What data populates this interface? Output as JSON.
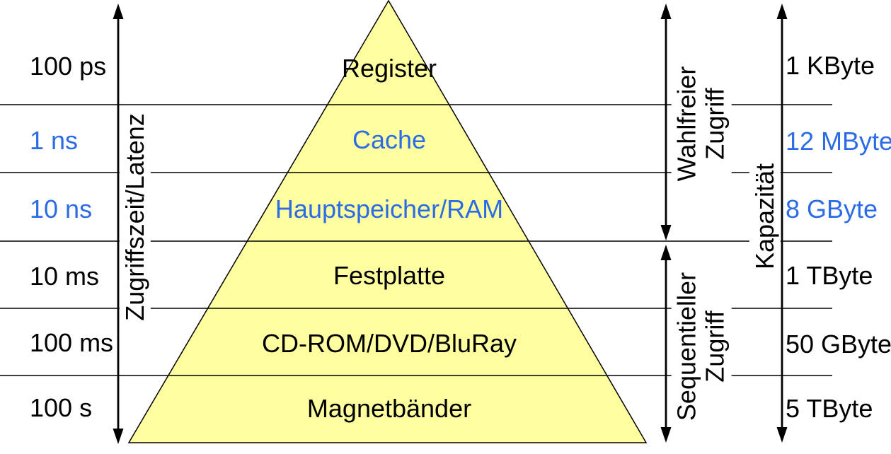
{
  "diagram": {
    "left_axis": {
      "label": "Zugriffszeit/Latenz"
    },
    "right_axis": {
      "label": "Kapazität"
    },
    "access_modes": {
      "random": {
        "line1": "Wahlfreier",
        "line2": "Zugriff"
      },
      "sequential": {
        "line1": "Sequentieller",
        "line2": "Zugriff"
      }
    },
    "levels": [
      {
        "name": "Register",
        "access_time": "100 ps",
        "capacity": "1 KByte",
        "highlighted": false
      },
      {
        "name": "Cache",
        "access_time": "1 ns",
        "capacity": "12 MByte",
        "highlighted": true
      },
      {
        "name": "Hauptspeicher/RAM",
        "access_time": "10 ns",
        "capacity": "8 GByte",
        "highlighted": true
      },
      {
        "name": "Festplatte",
        "access_time": "10 ms",
        "capacity": "1 TByte",
        "highlighted": false
      },
      {
        "name": "CD-ROM/DVD/BluRay",
        "access_time": "100 ms",
        "capacity": "50 GByte",
        "highlighted": false
      },
      {
        "name": "Magnetbänder",
        "access_time": "100 s",
        "capacity": "5 TByte",
        "highlighted": false
      }
    ],
    "colors": {
      "pyramid_fill": "#ffffa0",
      "outline": "#000000",
      "highlight_text": "#2b6ce6",
      "text": "#000000",
      "background": "#ffffff"
    }
  }
}
